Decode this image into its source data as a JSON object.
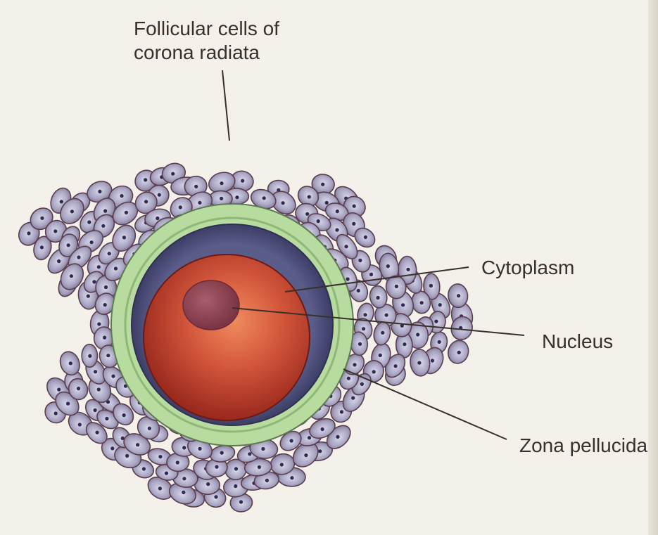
{
  "labels": {
    "follicular_line1": "Follicular cells of",
    "follicular_line2": "corona radiata",
    "cytoplasm": "Cytoplasm",
    "nucleus": "Nucleus",
    "zona_pellucida": "Zona pellucida"
  },
  "colors": {
    "background": "#f3f1ea",
    "follicular_cell": "#a9a6c3",
    "follicular_outline": "#5a3e4e",
    "cell_nucleus": "#2e2a52",
    "zona_pellucida": "#b8dba0",
    "perivitelline": "#4c4f7a",
    "cytoplasm": "#b5342a",
    "nucleus": "#8e4550",
    "leader_line": "#3a2f2a"
  }
}
